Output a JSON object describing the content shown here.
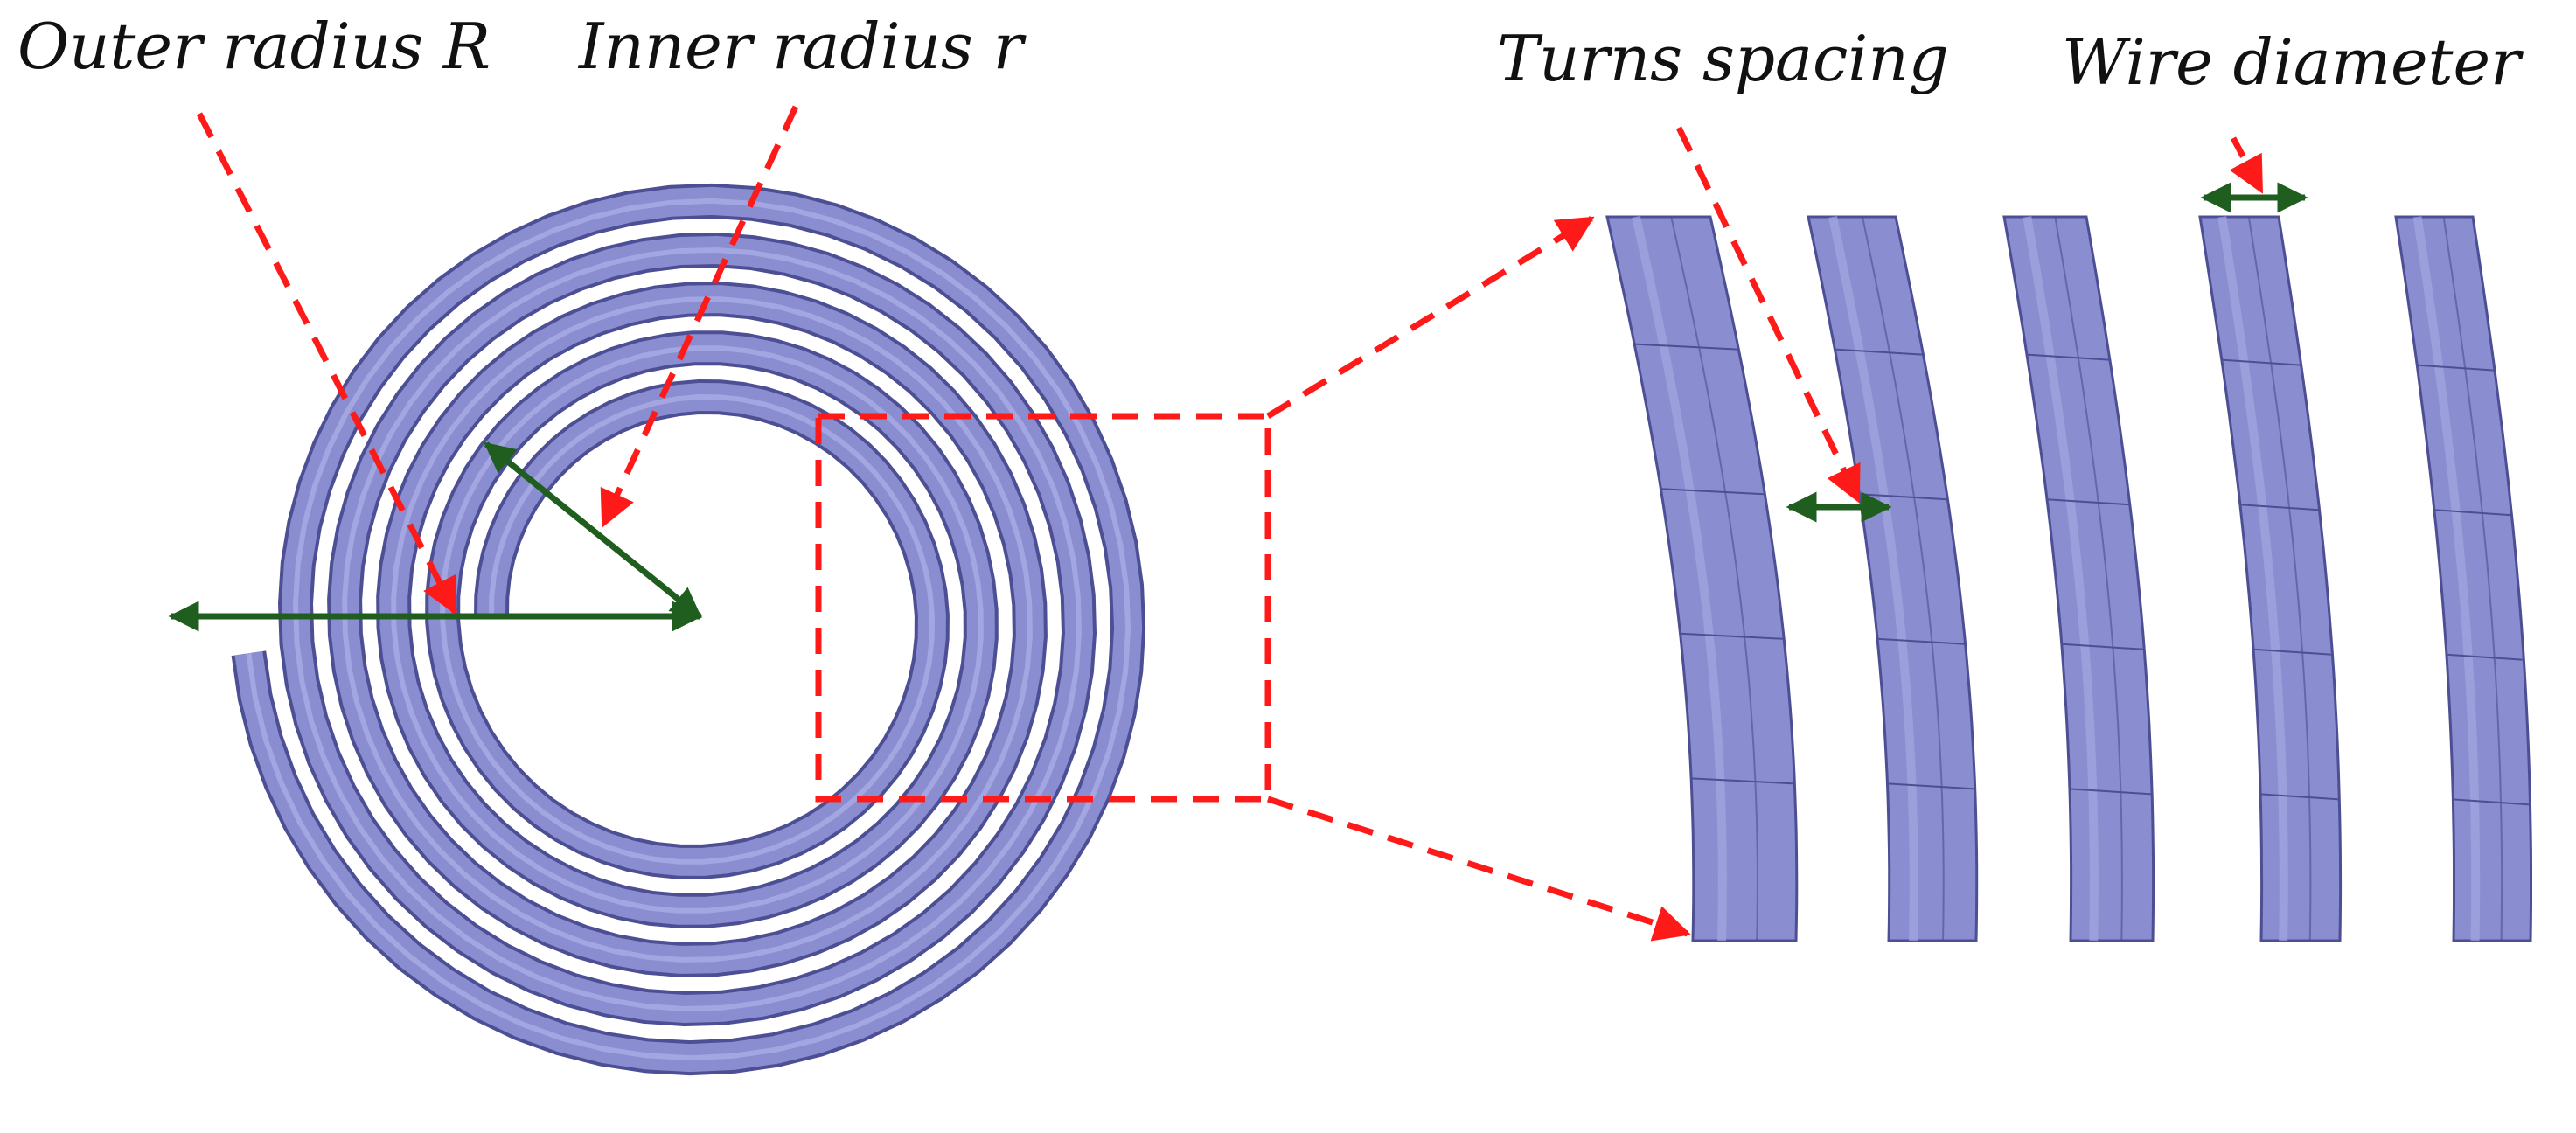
{
  "labels": {
    "outer_radius": "Outer radius R",
    "inner_radius": "Inner radius r",
    "turns_spacing": "Turns spacing",
    "wire_diameter": "Wire diameter"
  },
  "colors": {
    "coil_fill": "#8a8dcf",
    "coil_edge": "#4d4f94",
    "coil_highlight": "#a3a6e0",
    "leader_red": "#ff1a1a",
    "dimension_green": "#1f5e1f",
    "text": "#111111"
  },
  "coil": {
    "turns": 5
  }
}
